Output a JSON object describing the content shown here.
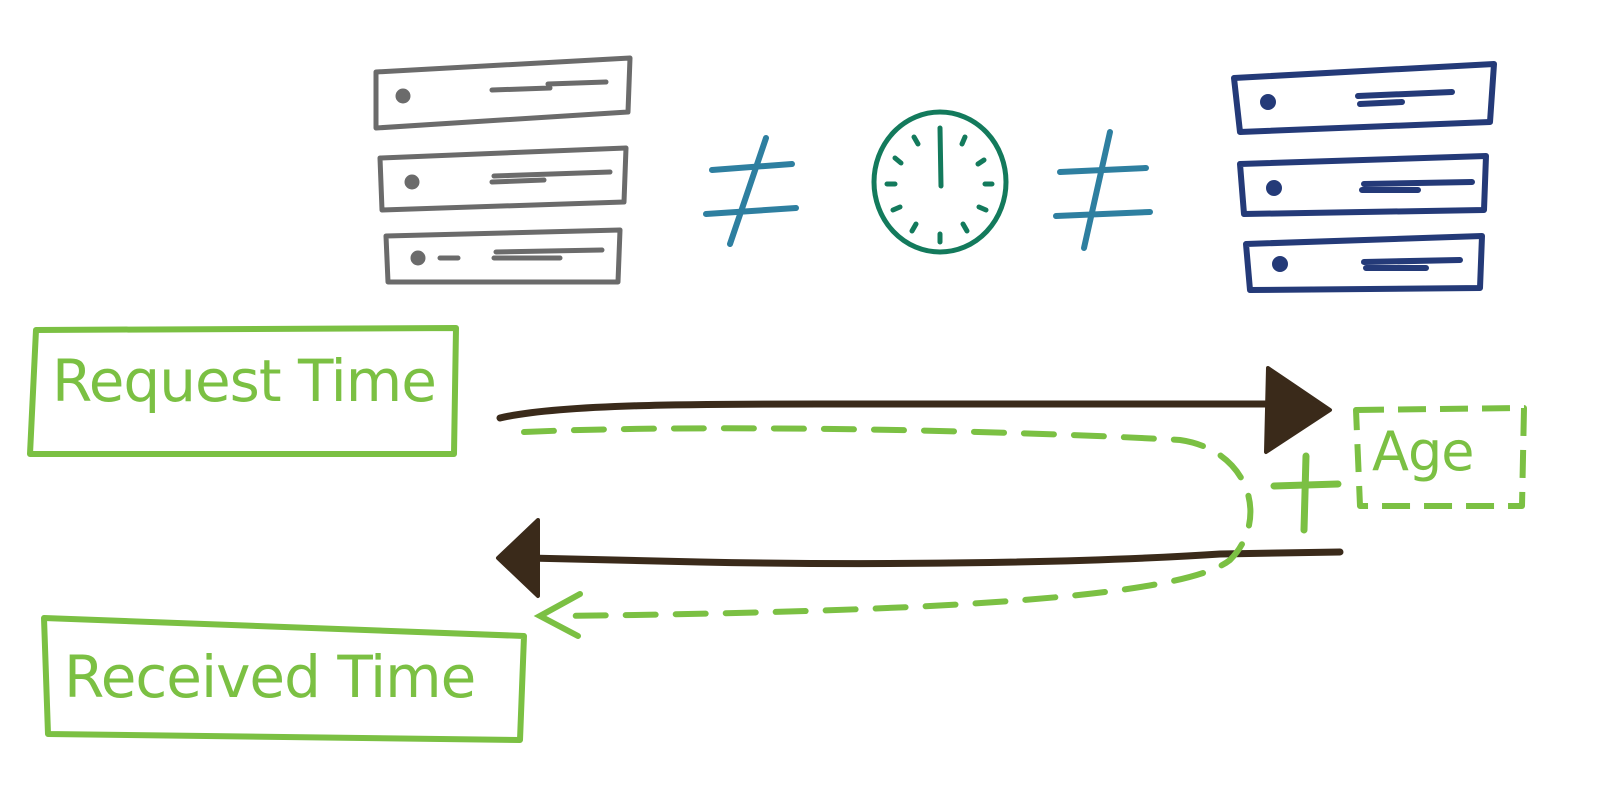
{
  "labels": {
    "request_time": "Request Time",
    "received_time": "Received Time",
    "age": "Age"
  },
  "symbols": {
    "not_equal": "≠",
    "plus": "+"
  },
  "colors": {
    "client_server": "#6b6b6b",
    "origin_server": "#243a78",
    "not_equal": "#2e7fa0",
    "clock": "#137a5c",
    "label": "#7bc043",
    "arrow": "#3a2a1a"
  },
  "icons": [
    "client-server-icon",
    "not-equal-icon",
    "clock-icon",
    "origin-server-icon",
    "plus-icon"
  ]
}
